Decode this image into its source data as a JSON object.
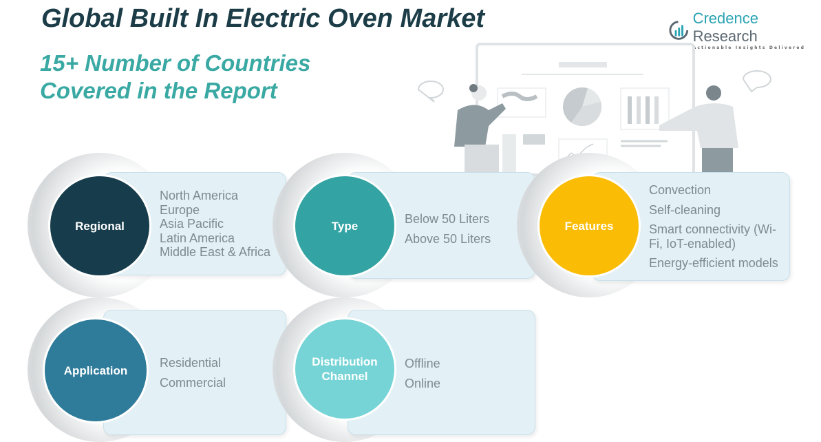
{
  "title": "Global Built In Electric Oven Market",
  "subtitle_line1": "15+ Number of Countries",
  "subtitle_line2": "Covered in the Report",
  "logo": {
    "name_a": "Credence",
    "name_b": " Research",
    "tagline": "Actionable Insights Delivered"
  },
  "colors": {
    "regional": "#173d4c",
    "type": "#34a3a3",
    "features": "#fbbc05",
    "application": "#2e7b9a",
    "distribution": "#77d4d6"
  },
  "segments": [
    {
      "label": "Regional",
      "items": [
        "North America",
        "Europe",
        "Asia Pacific",
        "Latin America",
        "Middle East & Africa"
      ]
    },
    {
      "label": "Type",
      "items": [
        "Below 50 Liters",
        "Above 50 Liters"
      ]
    },
    {
      "label": "Features",
      "items": [
        "Convection",
        "Self-cleaning",
        "Smart connectivity (Wi-Fi, IoT-enabled)",
        "Energy-efficient models"
      ]
    },
    {
      "label": "Application",
      "items": [
        "Residential",
        "Commercial"
      ]
    },
    {
      "label": "Distribution Channel",
      "items": [
        "Offline",
        "Online"
      ]
    }
  ]
}
